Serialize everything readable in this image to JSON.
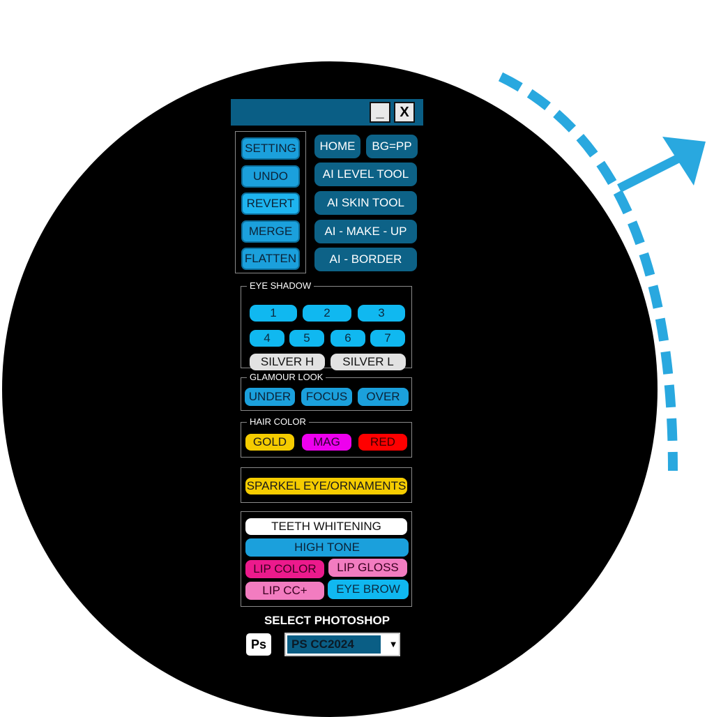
{
  "window": {
    "minimize_label": "_",
    "close_label": "X"
  },
  "left_buttons": [
    "SETTING",
    "UNDO",
    "REVERT",
    "MERGE",
    "FLATTEN"
  ],
  "right_buttons": {
    "home": "HOME",
    "bg": "BG=PP",
    "level": "AI LEVEL TOOL",
    "skin": "AI SKIN TOOL",
    "makeup": "AI - MAKE - UP",
    "border": "AI - BORDER"
  },
  "eye_shadow": {
    "title": "EYE SHADOW",
    "row1": [
      "1",
      "2",
      "3"
    ],
    "row2": [
      "4",
      "5",
      "6",
      "7"
    ],
    "silver_h": "SILVER H",
    "silver_l": "SILVER L"
  },
  "glamour": {
    "title": "GLAMOUR LOOK",
    "buttons": [
      "UNDER",
      "FOCUS",
      "OVER"
    ]
  },
  "hair": {
    "title": "HAIR COLOR",
    "gold": "GOLD",
    "mag": "MAG",
    "red": "RED"
  },
  "sparkel": "SPARKEL EYE/ORNAMENTS",
  "face": {
    "teeth": "TEETH WHITENING",
    "high_tone": "HIGH TONE",
    "lip_color": "LIP COLOR",
    "lip_gloss": "LIP GLOSS",
    "lip_cc": "LIP CC+",
    "eye_brow": "EYE BROW"
  },
  "photoshop": {
    "label": "SELECT PHOTOSHOP",
    "icon_text": "Ps",
    "selected": "PS CC2024"
  },
  "colors": {
    "accent": "#0d6287",
    "bright_blue": "#1ba0dc",
    "arrow": "#29a8df"
  },
  "icons": {
    "arrow": "curved-dashed-arrow-icon",
    "caret": "chevron-down-icon"
  }
}
